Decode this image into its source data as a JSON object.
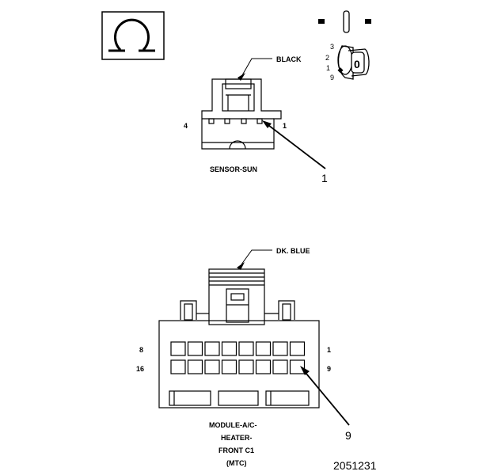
{
  "ohmmeter": {
    "symbol": "Ω",
    "switch_pins": [
      "3",
      "2",
      "1",
      "9"
    ],
    "switch_position": "0"
  },
  "sensor_connector": {
    "wire_color_label": "BLACK",
    "pin_left_label": "4",
    "pin_right_label": "1",
    "name": "SENSOR-SUN",
    "callout": "1"
  },
  "module_connector": {
    "wire_color_label": "DK. BLUE",
    "row1_left_label": "8",
    "row1_right_label": "1",
    "row2_left_label": "16",
    "row2_right_label": "9",
    "name_lines": [
      "MODULE-A/C-",
      "HEATER-",
      "FRONT C1",
      "(MTC)"
    ],
    "callout": "9"
  },
  "figure_id": "2051231"
}
